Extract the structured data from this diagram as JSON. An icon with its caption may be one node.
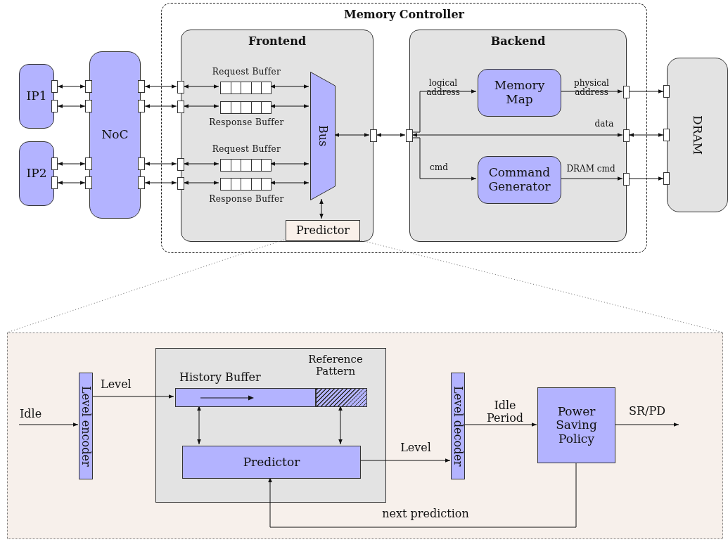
{
  "diagram": {
    "nodes": [
      {
        "text": [
          "IP1"
        ]
      },
      {
        "text": [],
        "shape": "box"
      },
      {
        "text": [],
        "shape": "box"
      },
      {
        "text": [
          "IP2"
        ]
      },
      {
        "text": [],
        "shape": "box"
      },
      {
        "text": [],
        "shape": "box"
      },
      {
        "text": [
          "NoC"
        ]
      },
      {
        "text": [],
        "shape": "box"
      },
      {
        "text": [],
        "shape": "box"
      },
      {
        "text": [],
        "shape": "box"
      },
      {
        "text": [],
        "shape": "box"
      },
      {
        "text": [],
        "shape": "box"
      },
      {
        "text": [],
        "shape": "box"
      },
      {
        "text": [],
        "shape": "box"
      },
      {
        "text": [],
        "shape": "box"
      },
      {
        "text": [
          "Memory Controller"
        ]
      },
      {
        "text": [
          "Frontend"
        ],
        "in": 15
      },
      {
        "text": [],
        "shape": "box",
        "in": 15
      },
      {
        "text": [],
        "shape": "box",
        "in": 15
      },
      {
        "text": [],
        "shape": "box",
        "in": 15
      },
      {
        "text": [],
        "shape": "box",
        "in": 15
      },
      {
        "text": [
          "Request Buffer"
        ],
        "in": 16
      },
      {
        "text": [
          "Response Buffer"
        ],
        "in": 16
      },
      {
        "text": [
          "Request Buffer"
        ],
        "in": 16
      },
      {
        "text": [
          "Response Buffer"
        ],
        "in": 16
      },
      {
        "text": [
          "Bus"
        ],
        "in": 16
      },
      {
        "text": [
          "Predictor"
        ],
        "in": 16
      },
      {
        "text": [],
        "shape": "box",
        "in": 15
      },
      {
        "text": [
          "Backend"
        ],
        "in": 15
      },
      {
        "text": [],
        "shape": "box",
        "in": 15
      },
      {
        "text": [
          "Memory Map"
        ],
        "in": 28
      },
      {
        "text": [
          "Command Generator"
        ],
        "in": 28
      },
      {
        "text": [],
        "shape": "box",
        "in": 15
      },
      {
        "text": [],
        "shape": "box",
        "in": 15
      },
      {
        "text": [],
        "shape": "box",
        "in": 15
      },
      {
        "text": [
          "DRAM"
        ]
      },
      {
        "text": [],
        "shape": "box"
      },
      {
        "text": [],
        "shape": "box"
      },
      {
        "text": [],
        "shape": "box"
      },
      {
        "text": [],
        "shape": "box"
      },
      {
        "text": [
          "Level encoder"
        ],
        "in": 39
      },
      {
        "text": [],
        "shape": "box",
        "in": 39
      },
      {
        "text": [
          "History Buffer"
        ],
        "in": 41
      },
      {
        "text": [
          "Reference Pattern"
        ],
        "in": 41
      },
      {
        "text": [
          "Predictor"
        ],
        "in": 41
      },
      {
        "text": [
          "Level decoder"
        ],
        "in": 39
      },
      {
        "text": [
          "Power Saving Policy"
        ],
        "in": 39
      }
    ],
    "edges": [
      {
        "from": 1,
        "to": 7,
        "arrow": "both"
      },
      {
        "from": 2,
        "to": 8,
        "arrow": "both"
      },
      {
        "from": 4,
        "to": 9,
        "arrow": "both"
      },
      {
        "from": 5,
        "to": 10,
        "arrow": "both"
      },
      {
        "from": 11,
        "to": 17,
        "arrow": "both"
      },
      {
        "from": 12,
        "to": 18,
        "arrow": "both"
      },
      {
        "from": 13,
        "to": 19,
        "arrow": "both"
      },
      {
        "from": 14,
        "to": 20,
        "arrow": "both"
      },
      {
        "from": 17,
        "to": 21,
        "arrow": "both"
      },
      {
        "from": 18,
        "to": 22,
        "arrow": "both"
      },
      {
        "from": 19,
        "to": 23,
        "arrow": "both"
      },
      {
        "from": 20,
        "to": 24,
        "arrow": "both"
      },
      {
        "from": 21,
        "to": 25,
        "arrow": "both"
      },
      {
        "from": 22,
        "to": 25,
        "arrow": "both"
      },
      {
        "from": 23,
        "to": 25,
        "arrow": "both"
      },
      {
        "from": 24,
        "to": 25,
        "arrow": "both"
      },
      {
        "from": 25,
        "to": 27,
        "arrow": "both"
      },
      {
        "from": 27,
        "to": 29,
        "arrow": "both"
      },
      {
        "from": 29,
        "to": 30,
        "label": "logical address",
        "arrow": "to"
      },
      {
        "from": 29,
        "to": 31,
        "label": "cmd",
        "arrow": "to"
      },
      {
        "from": 29,
        "to": 33,
        "label": "data",
        "arrow": "both"
      },
      {
        "from": 30,
        "to": 32,
        "label": "physical address",
        "arrow": "to"
      },
      {
        "from": 31,
        "to": 34,
        "label": "DRAM cmd",
        "arrow": "to"
      },
      {
        "from": 32,
        "to": 36,
        "arrow": "to"
      },
      {
        "from": 33,
        "to": 37,
        "arrow": "both"
      },
      {
        "from": 34,
        "to": 38,
        "arrow": "to"
      },
      {
        "from": 25,
        "to": 26,
        "arrow": "both"
      },
      {
        "from": 26,
        "to": 39,
        "arrow": "none",
        "style": "dashed"
      },
      {
        "from": 26,
        "to": 39,
        "arrow": "none",
        "style": "dashed"
      },
      {
        "from": null,
        "to": 40,
        "label": "Idle",
        "arrow": "to"
      },
      {
        "from": 40,
        "to": 42,
        "label": "Level",
        "arrow": "to"
      },
      {
        "from": 42,
        "to": 44,
        "arrow": "both"
      },
      {
        "from": 43,
        "to": 44,
        "arrow": "both"
      },
      {
        "from": 44,
        "to": 45,
        "label": "Level",
        "arrow": "to"
      },
      {
        "from": 45,
        "to": 46,
        "label": "Idle Period",
        "arrow": "to"
      },
      {
        "from": 46,
        "to": null,
        "label": "SR/PD",
        "arrow": "to"
      },
      {
        "from": 46,
        "to": 44,
        "label": "next prediction",
        "arrow": "to"
      }
    ]
  }
}
